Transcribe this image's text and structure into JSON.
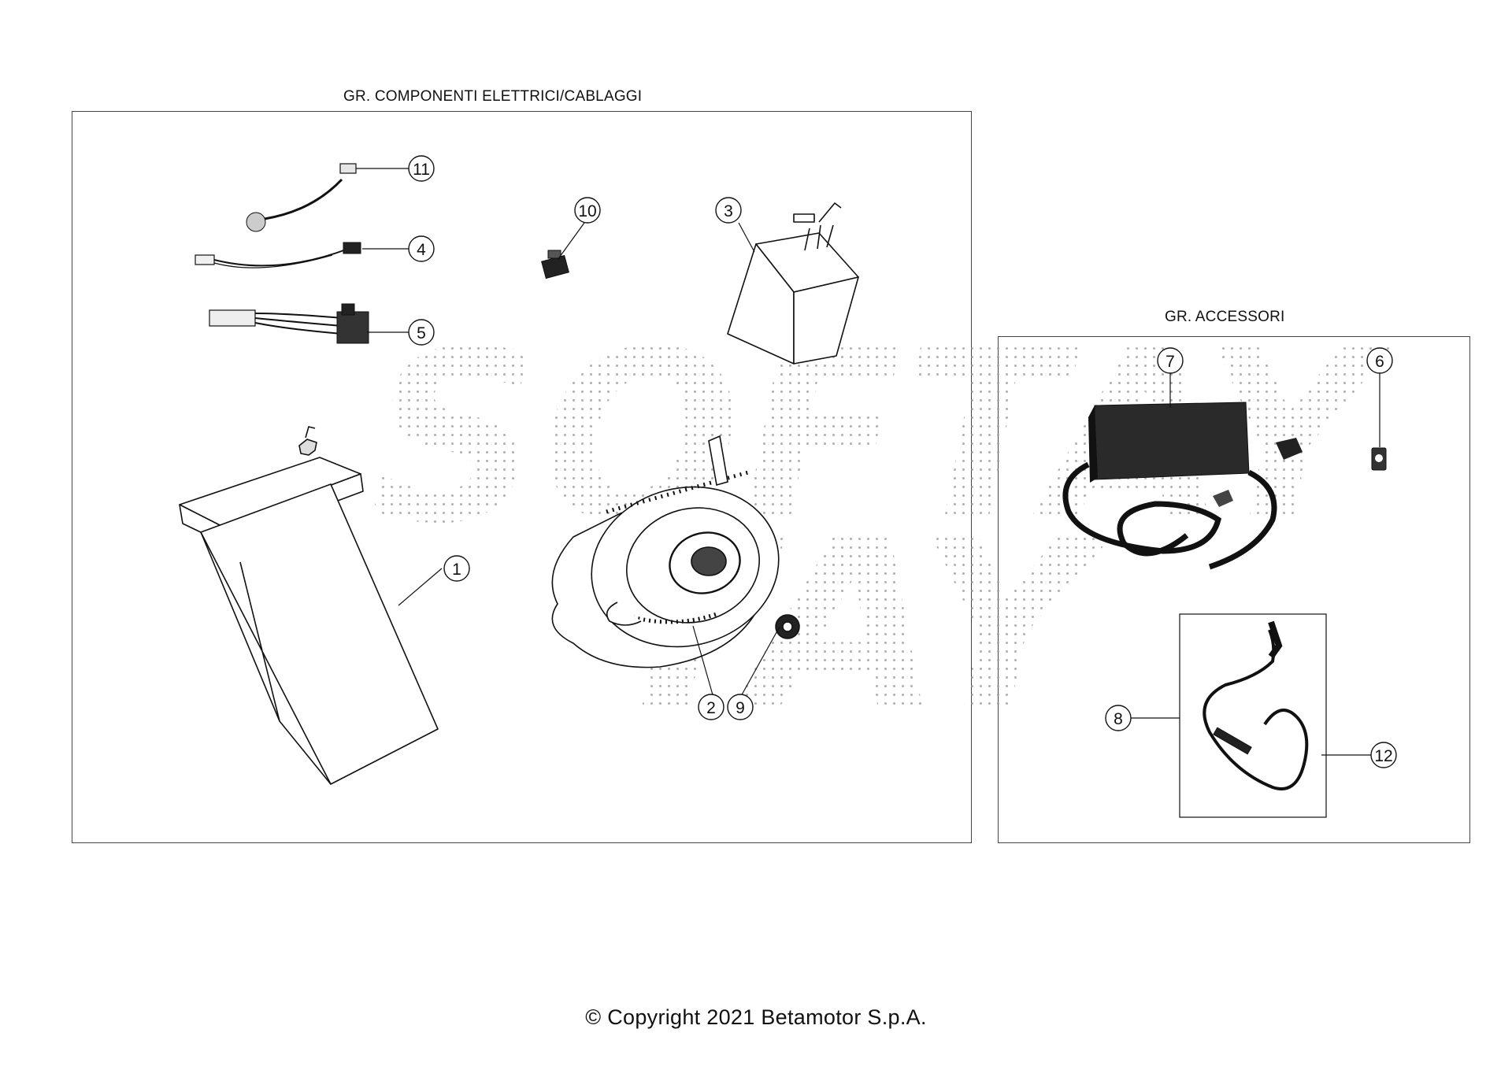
{
  "groups": {
    "electrical": {
      "title": "GR. COMPONENTI ELETTRICI/CABLAGGI"
    },
    "accessories": {
      "title": "GR. ACCESSORI"
    }
  },
  "callouts": [
    "1",
    "2",
    "3",
    "4",
    "5",
    "6",
    "7",
    "8",
    "9",
    "10",
    "11",
    "12"
  ],
  "watermark": "SOFTAY",
  "footer": {
    "copyright": "© Copyright 2021 Betamotor S.p.A."
  }
}
